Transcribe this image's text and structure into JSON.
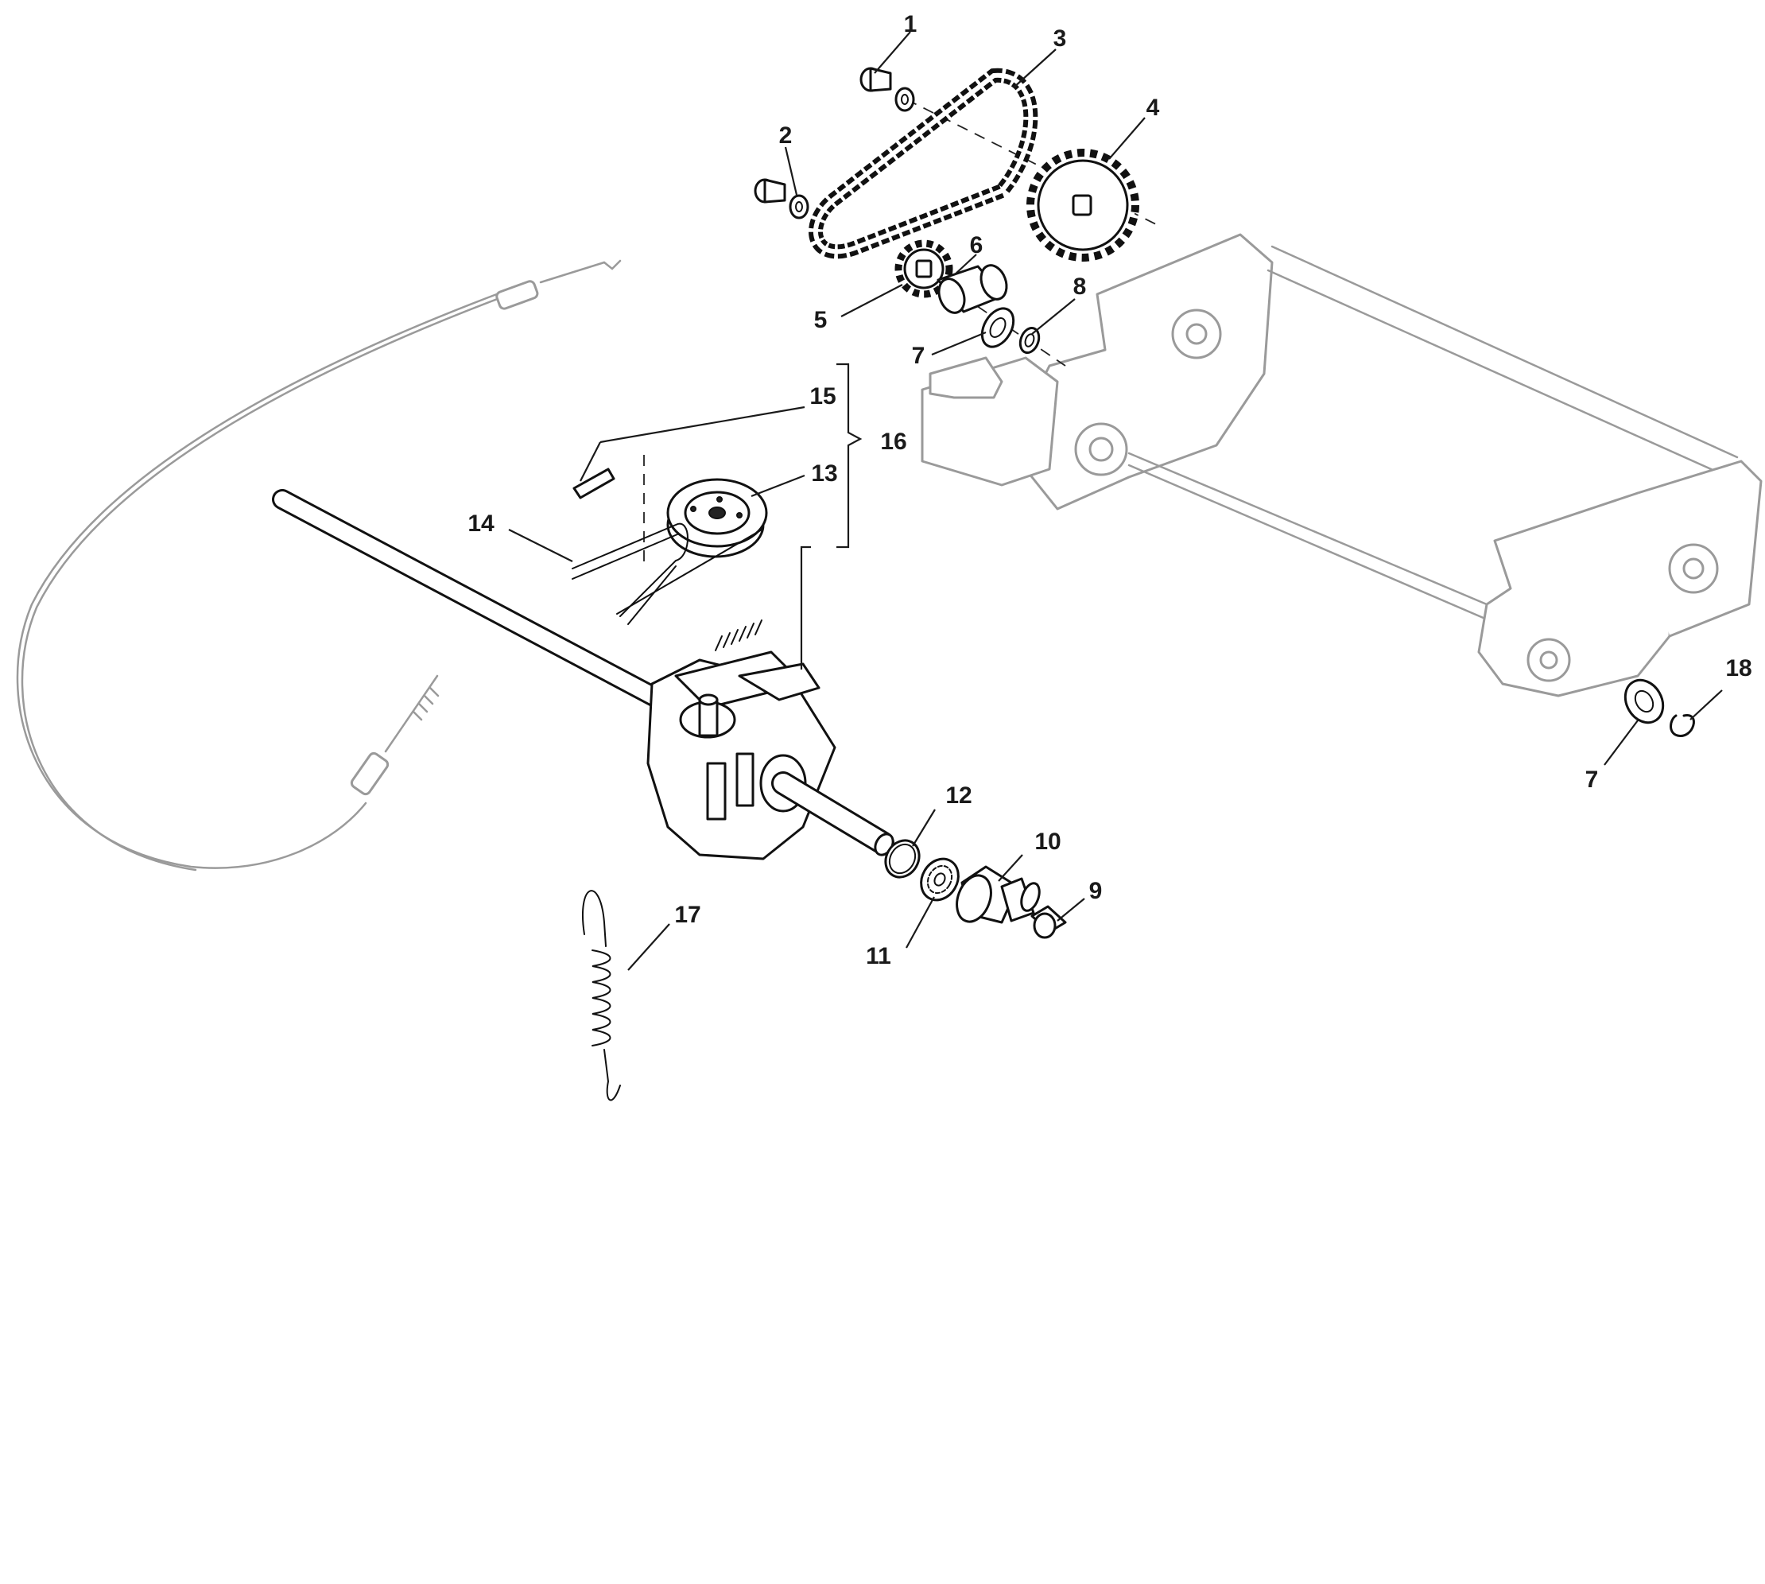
{
  "labels": {
    "1": "1",
    "2": "2",
    "3": "3",
    "4": "4",
    "5": "5",
    "6": "6",
    "7a": "7",
    "7b": "7",
    "8": "8",
    "9": "9",
    "10": "10",
    "11": "11",
    "12": "12",
    "13": "13",
    "14": "14",
    "15": "15",
    "16": "16",
    "17": "17",
    "18": "18"
  },
  "colors": {
    "ink": "#111111",
    "ghost": "#9a9a9a"
  }
}
